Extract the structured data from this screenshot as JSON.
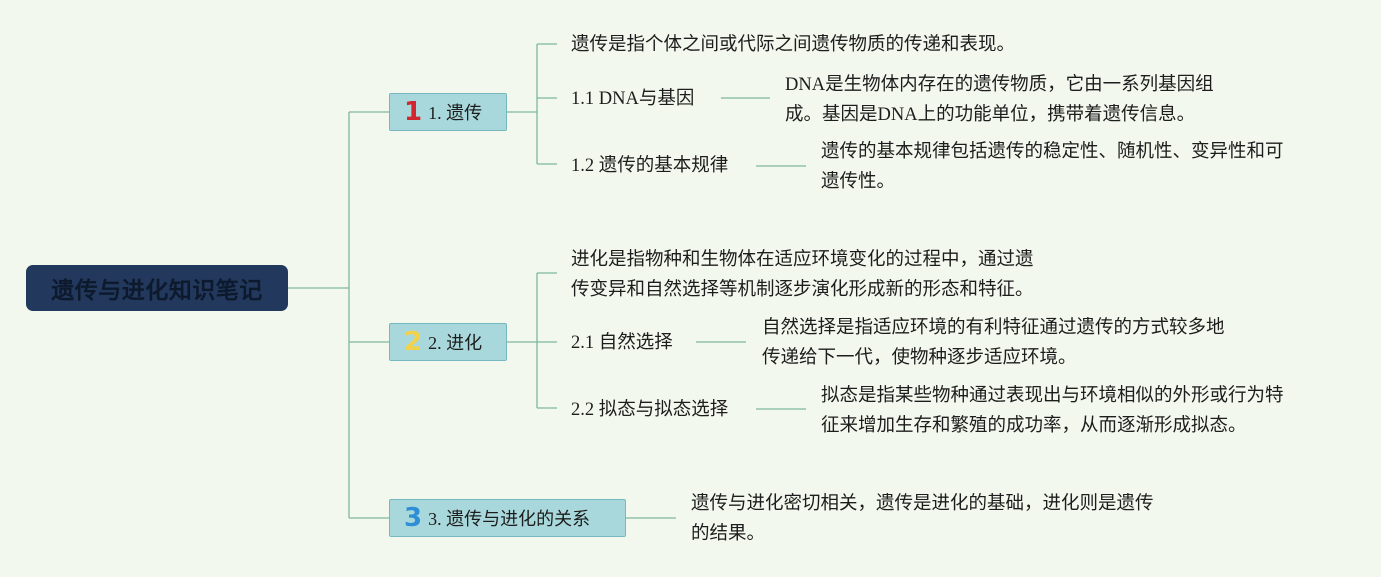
{
  "root": {
    "title": "遗传与进化知识笔记"
  },
  "branches": [
    {
      "number": "1",
      "label": "1. 遗传",
      "summary": [
        "遗传是指个体之间或代际之间遗传物质的传递和表现。"
      ],
      "subtopics": [
        {
          "label": "1.1 DNA与基因",
          "detail": [
            "DNA是生物体内存在的遗传物质，它由一系列基因组",
            "成。基因是DNA上的功能单位，携带着遗传信息。"
          ]
        },
        {
          "label": "1.2 遗传的基本规律",
          "detail": [
            "遗传的基本规律包括遗传的稳定性、随机性、变异性和可",
            "遗传性。"
          ]
        }
      ]
    },
    {
      "number": "2",
      "label": "2. 进化",
      "summary": [
        "进化是指物种和生物体在适应环境变化的过程中，通过遗",
        "传变异和自然选择等机制逐步演化形成新的形态和特征。"
      ],
      "subtopics": [
        {
          "label": "2.1 自然选择",
          "detail": [
            "自然选择是指适应环境的有利特征通过遗传的方式较多地",
            "传递给下一代，使物种逐步适应环境。"
          ]
        },
        {
          "label": "2.2 拟态与拟态选择",
          "detail": [
            "拟态是指某些物种通过表现出与环境相似的外形或行为特",
            "征来增加生存和繁殖的成功率，从而逐渐形成拟态。"
          ]
        }
      ]
    },
    {
      "number": "3",
      "label": "3. 遗传与进化的关系",
      "summary": [
        "遗传与进化密切相关，遗传是进化的基础，进化则是遗传",
        "的结果。"
      ],
      "subtopics": []
    }
  ],
  "colors": {
    "background": "#f3f8ee",
    "root_fill": "#22385c",
    "branch_fill": "#a8d8dc",
    "connector": "#7fb89a",
    "number_1": "#d1262f",
    "number_2": "#f3d24a",
    "number_3": "#2e8fd6"
  }
}
